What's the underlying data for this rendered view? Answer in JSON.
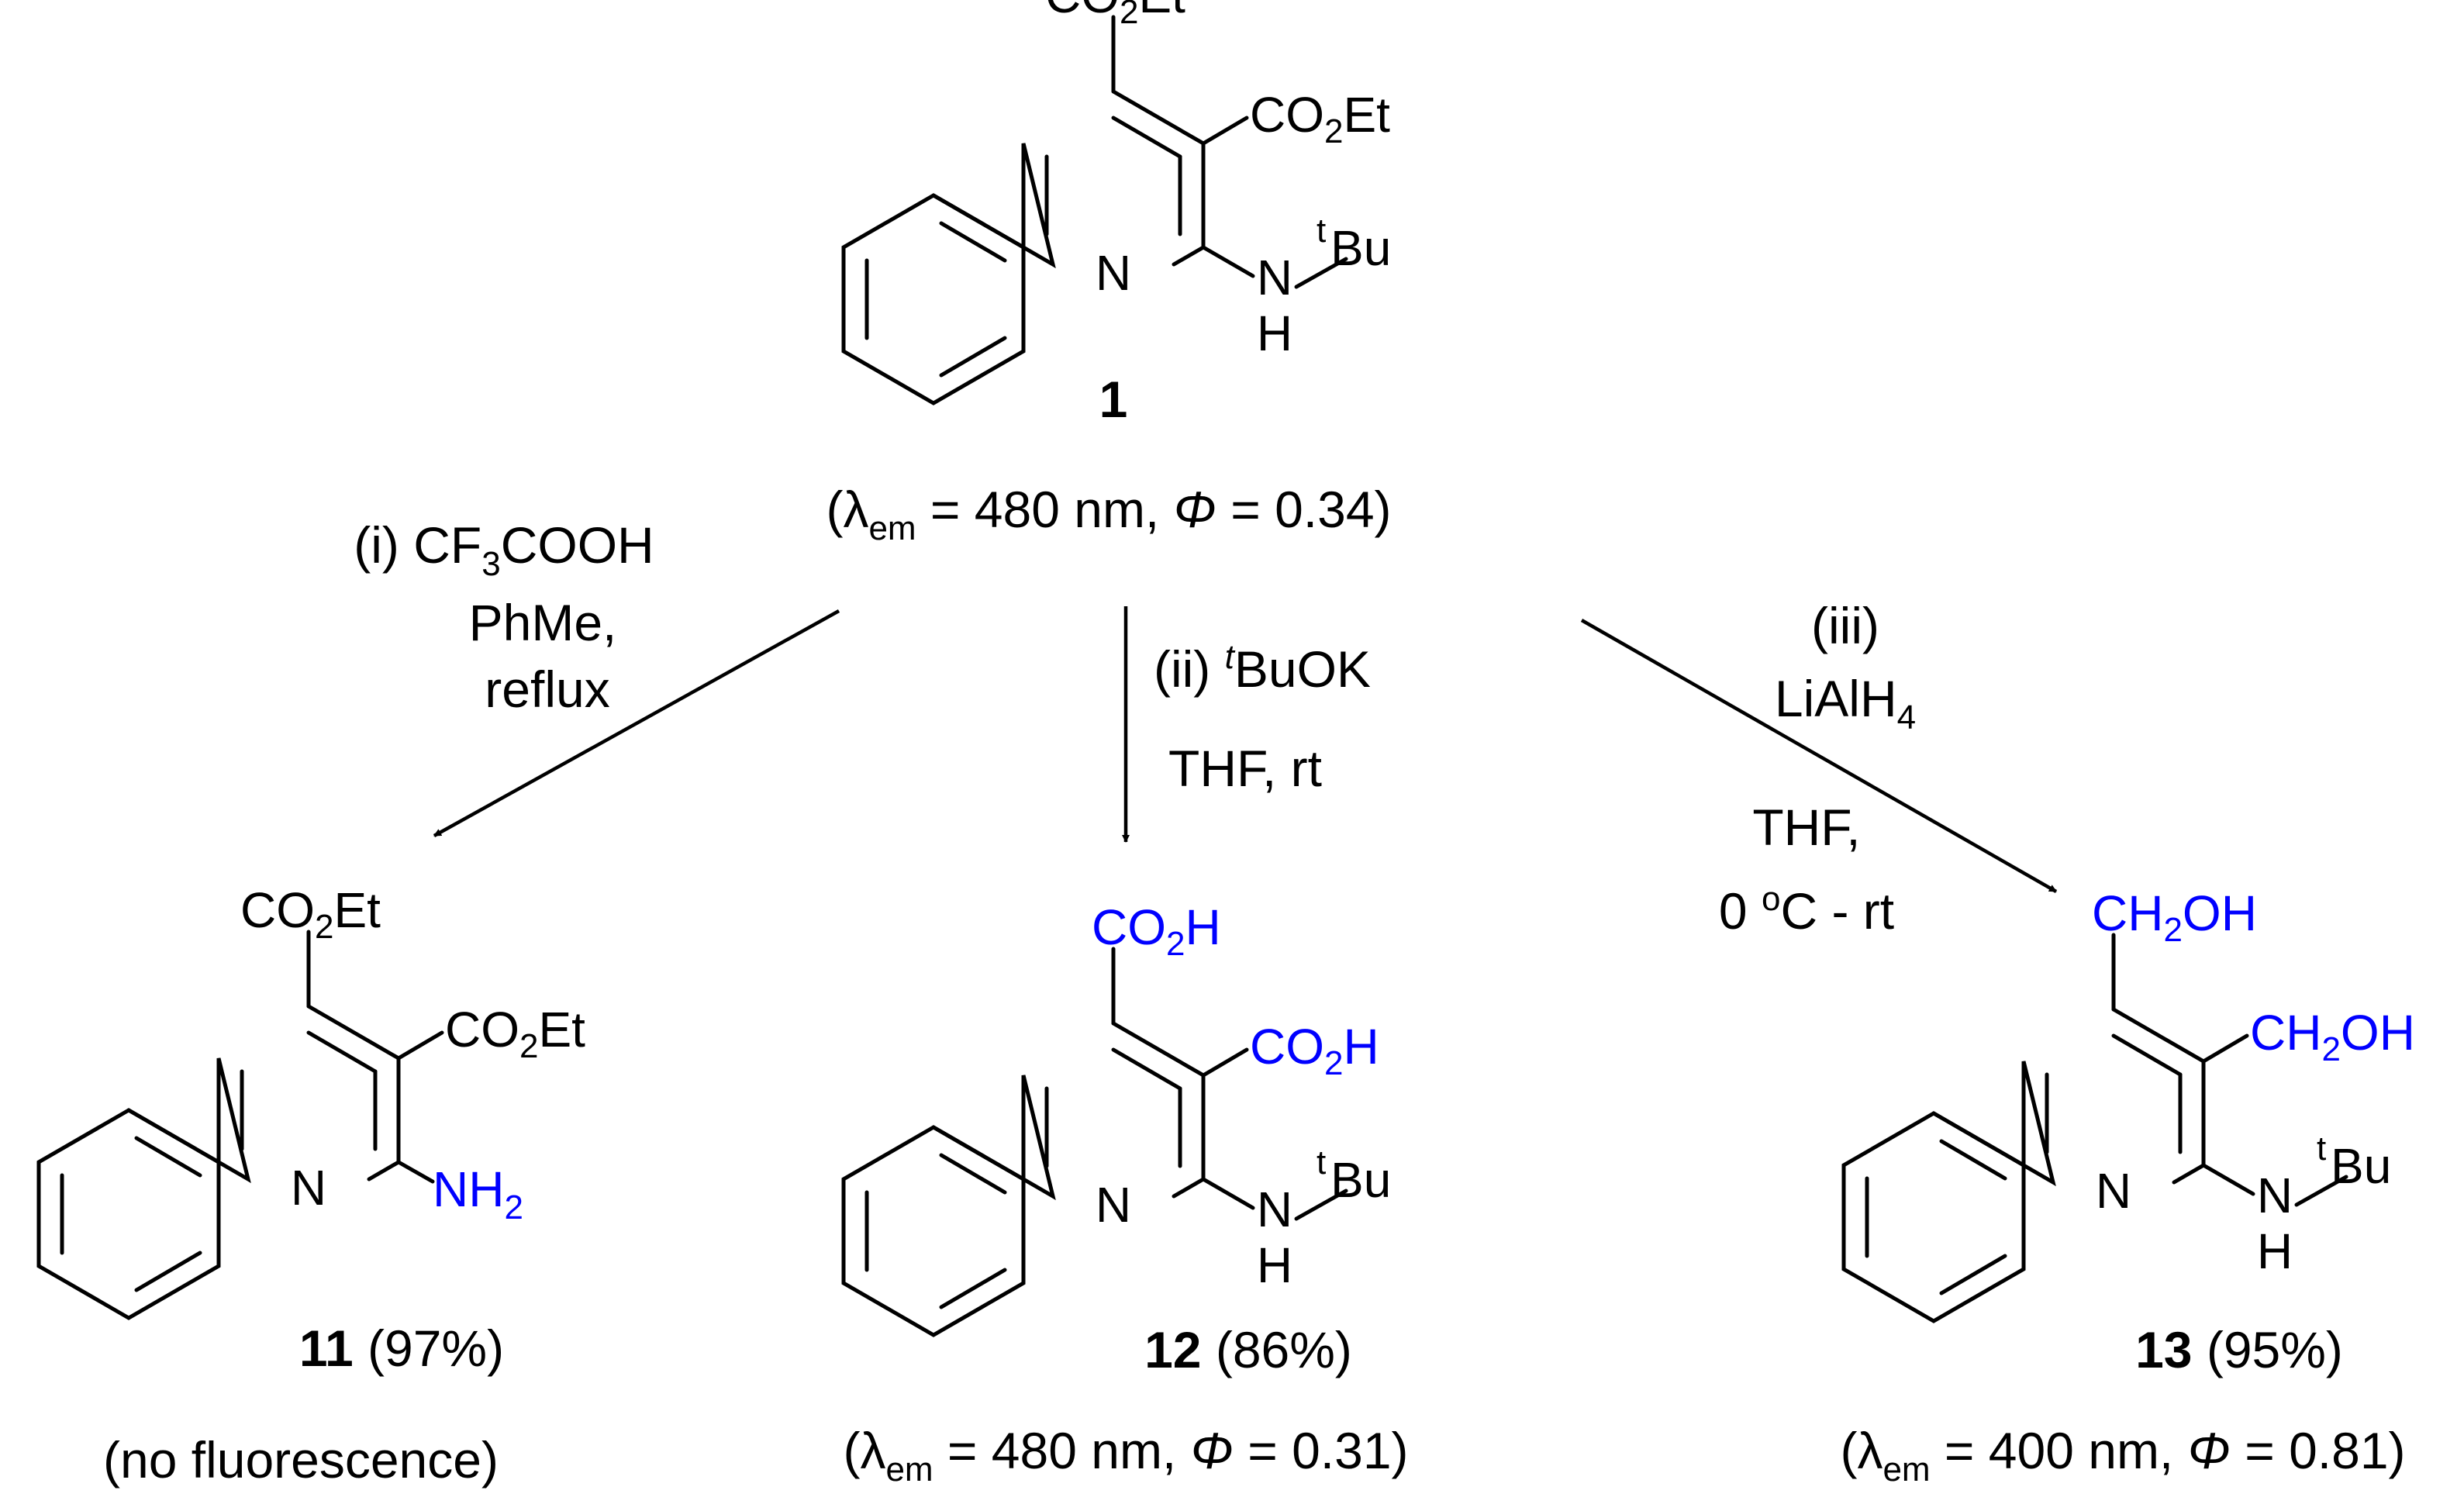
{
  "colors": {
    "text": "#000000",
    "highlight": "#0000ff"
  },
  "atoms": {
    "n": "N",
    "h": "H",
    "bu": "Bu",
    "t": "t",
    "co": "CO",
    "two": "2",
    "et": "Et",
    "h_acid": "H",
    "ch": "CH",
    "oh": "OH",
    "nh": "NH"
  },
  "compounds": {
    "c1": {
      "number": "1",
      "yield": "",
      "prop_open": "(λ",
      "prop_sub": "em",
      "prop_mid": " = 480 nm, ",
      "phi": "Φ",
      "prop_end": " = 0.34)"
    },
    "c11": {
      "number": "11",
      "yield": " (97%)",
      "note": "(no fluorescence)"
    },
    "c12": {
      "number": "12",
      "yield": " (86%)",
      "prop_open": "(λ",
      "prop_sub": "em",
      "prop_mid": " = 480 nm, ",
      "phi": "Φ",
      "prop_end": " = 0.31)"
    },
    "c13": {
      "number": "13",
      "yield": " (95%)",
      "prop_open": "(λ",
      "prop_sub": "em",
      "prop_mid": " = 400 nm, ",
      "phi": "Φ",
      "prop_end": " = 0.81)"
    }
  },
  "conditions": {
    "i": {
      "line1a": "(i)  CF",
      "line1sub": "3",
      "line1b": "COOH",
      "line2": "PhMe,",
      "line3": "reflux"
    },
    "ii": {
      "line1a": "(ii) ",
      "line1sup": "t",
      "line1b": "BuOK",
      "line2": "THF, rt"
    },
    "iii": {
      "line1": "(iii)",
      "line2a": "LiAlH",
      "line2sub": "4",
      "line3": "THF,",
      "line4a": "0 ",
      "line4sup": "o",
      "line4b": "C - rt"
    }
  }
}
